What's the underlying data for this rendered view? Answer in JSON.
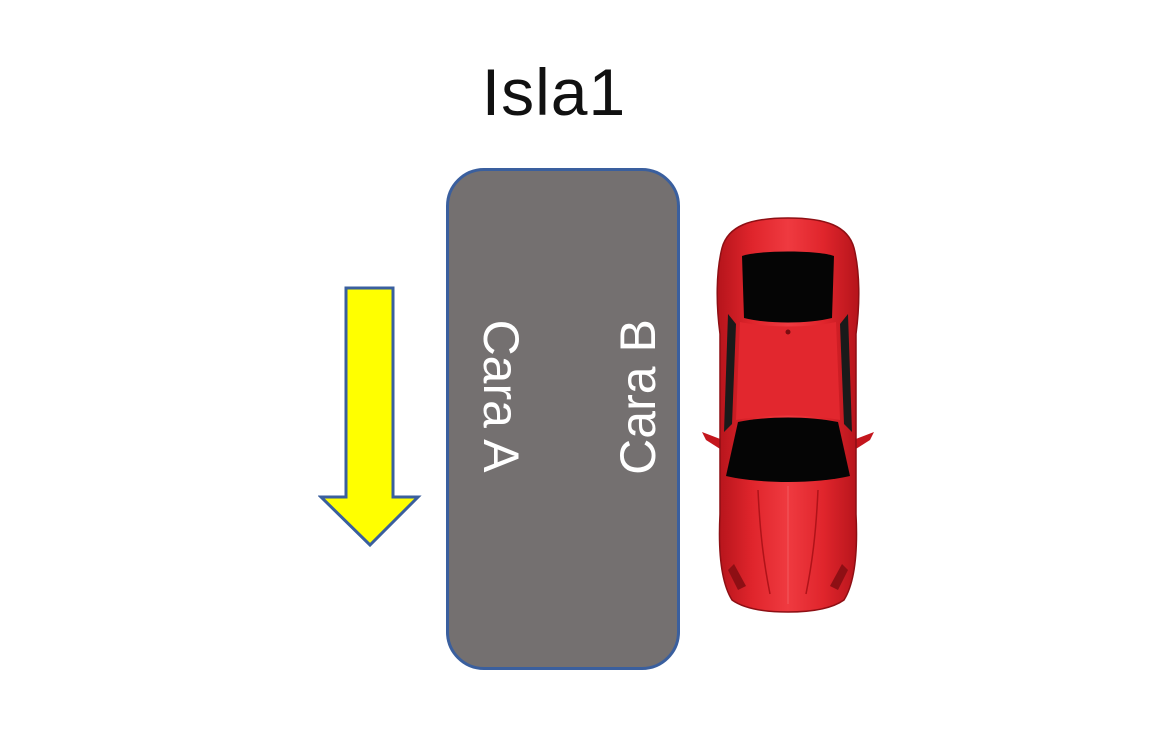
{
  "title": "Isla1",
  "island": {
    "face_a_label": "Cara A",
    "face_b_label": "Cara B"
  },
  "icons": {
    "direction_arrow": "arrow-down-icon",
    "vehicle": "car-top-view-icon"
  },
  "colors": {
    "island_fill": "#747070",
    "island_border": "#3a5f9e",
    "arrow_fill": "#ffff00",
    "arrow_border": "#3a5f9e",
    "car_body": "#d91f26"
  }
}
